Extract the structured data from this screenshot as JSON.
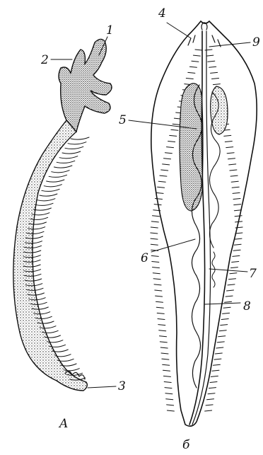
{
  "labels": {
    "n1": "1",
    "n2": "2",
    "n3": "3",
    "n4": "4",
    "n5": "5",
    "n6": "6",
    "n7": "7",
    "n8": "8",
    "n9": "9",
    "panel_a": "A",
    "panel_b": "б"
  }
}
